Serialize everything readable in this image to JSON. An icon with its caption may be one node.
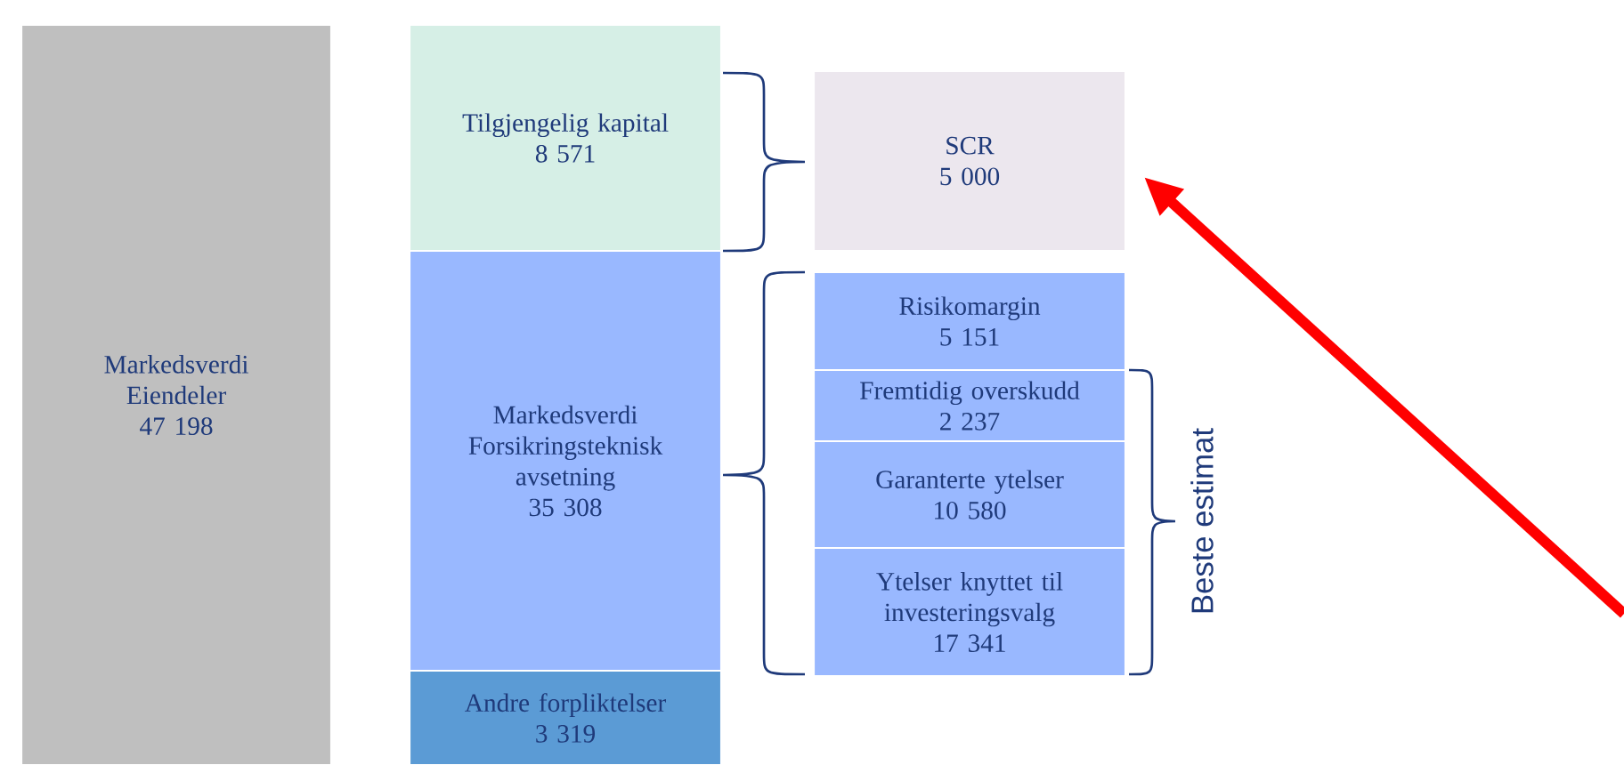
{
  "diagram": {
    "nodes": [
      {
        "text": [
          "Markedsverdi Eiendeler",
          "47 198"
        ]
      },
      {
        "text": [
          "Tilgjengelig kapital",
          "8 571"
        ]
      },
      {
        "text": [
          "Markedsverdi Forsikringsteknisk avsetning",
          "35 308"
        ]
      },
      {
        "text": [
          "Andre forpliktelser",
          "3 319"
        ]
      },
      {
        "text": [
          "SCR",
          "5 000"
        ]
      },
      {
        "text": [
          "Risikomargin",
          "5 151"
        ]
      },
      {
        "text": [
          "Fremtidig overskudd",
          "2 237"
        ]
      },
      {
        "text": [
          "Garanterte ytelser",
          "10 580"
        ]
      },
      {
        "text": [
          "Ytelser knyttet til investeringsvalg",
          "17 341"
        ]
      }
    ],
    "edges": [
      {
        "from": null,
        "to": 4,
        "arrow": "to",
        "color": "#ff0000"
      }
    ],
    "labels": [
      "Beste estimat"
    ]
  }
}
